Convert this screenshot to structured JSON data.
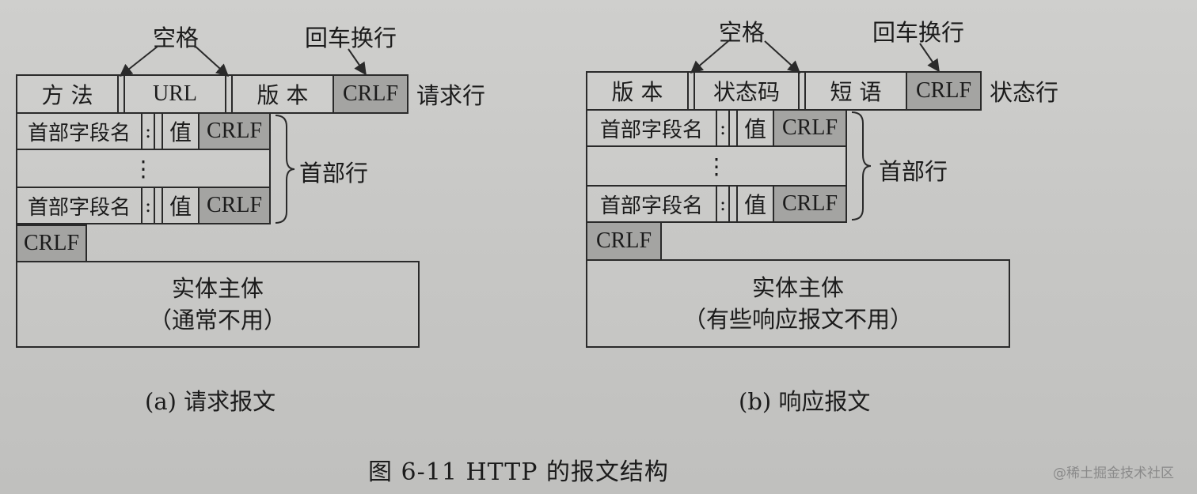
{
  "request": {
    "space_label": "空格",
    "crlf_label": "回车换行",
    "request_line": {
      "method": "方 法",
      "url": "URL",
      "version": "版 本",
      "crlf": "CRLF",
      "side_label": "请求行"
    },
    "header_rows": [
      {
        "name": "首部字段名",
        "colon": ":",
        "value": "值",
        "crlf": "CRLF"
      },
      {
        "name": "首部字段名",
        "colon": ":",
        "value": "值",
        "crlf": "CRLF"
      }
    ],
    "dots": "⋮",
    "header_brace_label": "首部行",
    "blank_crlf": "CRLF",
    "body_line1": "实体主体",
    "body_line2": "（通常不用）",
    "caption": "(a) 请求报文"
  },
  "response": {
    "space_label": "空格",
    "crlf_label": "回车换行",
    "status_line": {
      "version": "版 本",
      "status_code": "状态码",
      "phrase": "短 语",
      "crlf": "CRLF",
      "side_label": "状态行"
    },
    "header_rows": [
      {
        "name": "首部字段名",
        "colon": ":",
        "value": "值",
        "crlf": "CRLF"
      },
      {
        "name": "首部字段名",
        "colon": ":",
        "value": "值",
        "crlf": "CRLF"
      }
    ],
    "dots": "⋮",
    "header_brace_label": "首部行",
    "blank_crlf": "CRLF",
    "body_line1": "实体主体",
    "body_line2": "（有些响应报文不用）",
    "caption": "(b) 响应报文"
  },
  "figure_caption": "图 6-11    HTTP 的报文结构",
  "watermark": "@稀土掘金技术社区",
  "colors": {
    "shaded_cell": "#a4a4a2",
    "background": "#c8c8c6",
    "line": "#2a2a2a"
  }
}
